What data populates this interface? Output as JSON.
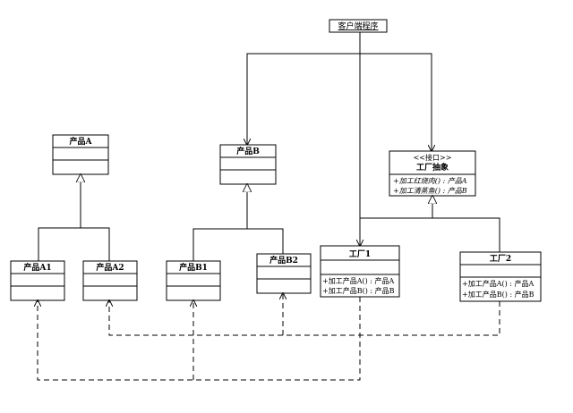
{
  "diagram": {
    "client": {
      "label": "客户端程序"
    },
    "product_a": {
      "label": "产品A"
    },
    "product_b": {
      "label": "产品B"
    },
    "product_a1": {
      "label": "产品A1"
    },
    "product_a2": {
      "label": "产品A2"
    },
    "product_b1": {
      "label": "产品B1"
    },
    "product_b2": {
      "label": "产品B2"
    },
    "factory_interface": {
      "stereotype": "<<接口>>",
      "label": "工厂抽象",
      "methods": [
        "+加工红烧肉() : 产品A",
        "+加工清蒸鱼() : 产品B"
      ]
    },
    "factory1": {
      "label": "工厂1",
      "methods": [
        "+加工产品A() : 产品A",
        "+加工产品B() : 产品B"
      ]
    },
    "factory2": {
      "label": "工厂2",
      "methods": [
        "+加工产品A() : 产品A",
        "+加工产品B() : 产品B"
      ]
    }
  }
}
